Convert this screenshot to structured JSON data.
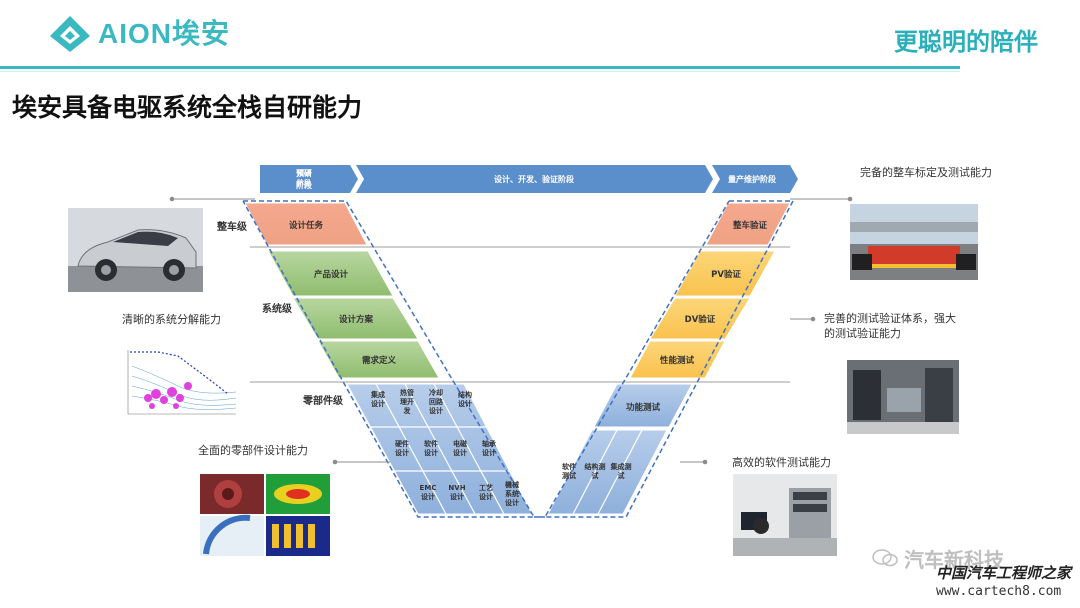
{
  "header": {
    "brand": "AION埃安",
    "slogan": "更聪明的陪伴",
    "colors": {
      "brand": "#3bb9c1"
    }
  },
  "page_title": "埃安具备电驱系统全栈自研能力",
  "phases": {
    "pre_research": "预研\n阶段",
    "dev": "设计、开发、验证阶段",
    "mass": "量产维护阶段"
  },
  "levels": {
    "vehicle": "整车级",
    "system": "系统级",
    "component": "零部件级"
  },
  "left_v": {
    "design_task": "设计任务",
    "product_design": "产品设计",
    "design_plan": "设计方案",
    "requirement": "需求定义",
    "cells": [
      "集成\n设计",
      "热管\n理开\n发",
      "冷却\n回路\n设计",
      "结构\n设计",
      "硬件\n设计",
      "软件\n设计",
      "电磁\n设计",
      "轴承\n设计",
      "EMC\n设计",
      "NVH\n设计",
      "工艺\n设计",
      "機械\n系统\n设计"
    ]
  },
  "right_v": {
    "vehicle_verify": "整车验证",
    "pv": "PV验证",
    "dv": "DV验证",
    "perf": "性能测试",
    "func": "功能测试",
    "sw": "软件\n测试",
    "struct": "结构测\n试",
    "integ": "集成测\n试"
  },
  "captions": {
    "calib": "完备的整车标定及测试能力",
    "decompose": "清晰的系统分解能力",
    "verify": "完善的测试验证体系，强大\n的测试验证能力",
    "component": "全面的零部件设计能力",
    "software": "高效的软件测试能力"
  },
  "watermark": {
    "wechat": "汽车新科技",
    "site_cn": "中国汽车工程师之家",
    "url": "www.cartech8.com"
  }
}
